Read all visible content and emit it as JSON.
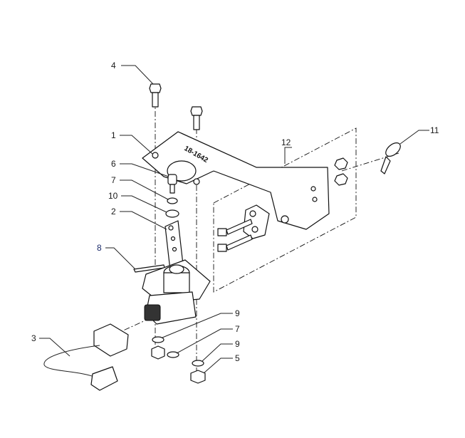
{
  "diagram": {
    "part_stamp": "18-1642",
    "callouts": {
      "bolt_top": "4",
      "bracket": "1",
      "pin": "6",
      "washer_upper": "7",
      "spacer": "10",
      "arm": "2",
      "cotter": "8",
      "harness": "3",
      "washer_left": "9",
      "washer_lower": "7",
      "washer_right": "9",
      "locknut": "5",
      "tie": "11",
      "mount_kit": "12"
    }
  }
}
